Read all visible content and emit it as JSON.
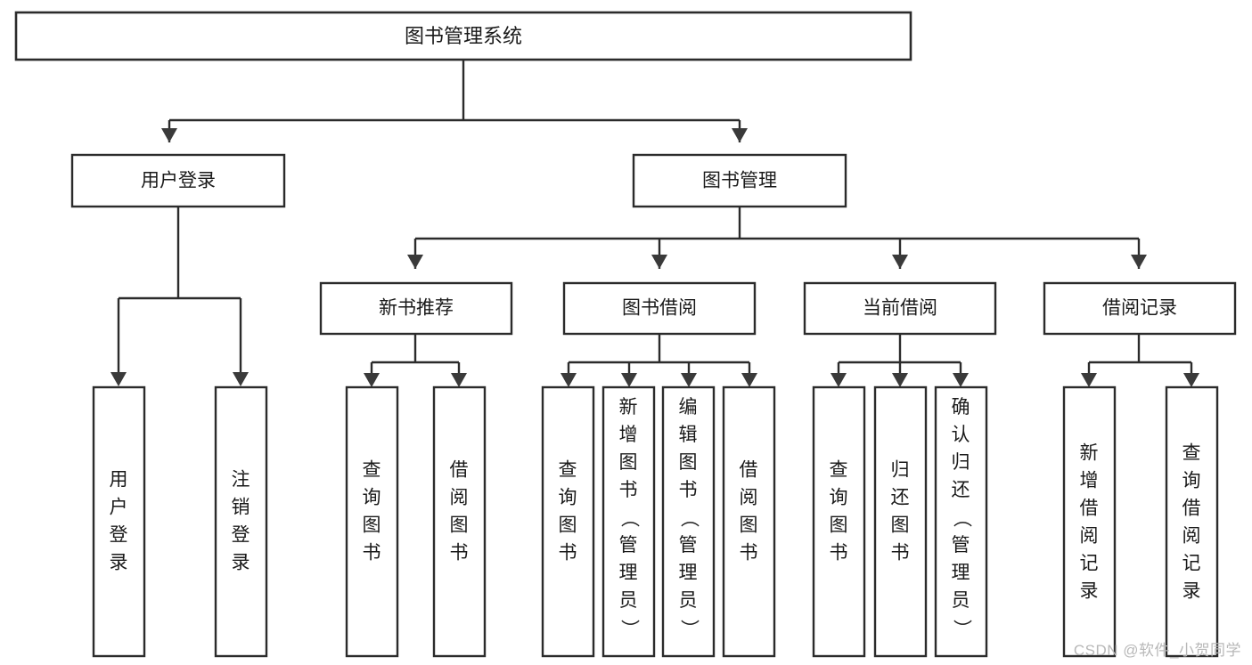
{
  "diagram": {
    "title": "图书管理系统",
    "type": "tree",
    "orientation": "top-down",
    "colors": {
      "box_fill": "#ffffff",
      "box_stroke": "#2b2b2b",
      "edge": "#2b2b2b",
      "arrow": "#3a3a3a",
      "text": "#1a1a1a",
      "watermark": "#b8b8b8",
      "background": "#ffffff"
    },
    "root": {
      "label": "图书管理系统"
    },
    "level2": [
      {
        "label": "用户登录"
      },
      {
        "label": "图书管理"
      }
    ],
    "level3": [
      {
        "label": "新书推荐"
      },
      {
        "label": "图书借阅"
      },
      {
        "label": "当前借阅"
      },
      {
        "label": "借阅记录"
      }
    ],
    "leaves": {
      "user_login": [
        {
          "label": "用户登录"
        },
        {
          "label": "注销登录"
        }
      ],
      "new_book_recommend": [
        {
          "label": "查询图书"
        },
        {
          "label": "借阅图书"
        }
      ],
      "book_borrow": [
        {
          "label": "查询图书"
        },
        {
          "label": "新增图书（管理员）"
        },
        {
          "label": "编辑图书（管理员）"
        },
        {
          "label": "借阅图书"
        }
      ],
      "current_borrow": [
        {
          "label": "查询图书"
        },
        {
          "label": "归还图书"
        },
        {
          "label": "确认归还（管理员）"
        }
      ],
      "borrow_record": [
        {
          "label": "新增借阅记录"
        },
        {
          "label": "查询借阅记录"
        }
      ]
    }
  },
  "watermark": {
    "text": "CSDN @软件_小贺同学"
  }
}
